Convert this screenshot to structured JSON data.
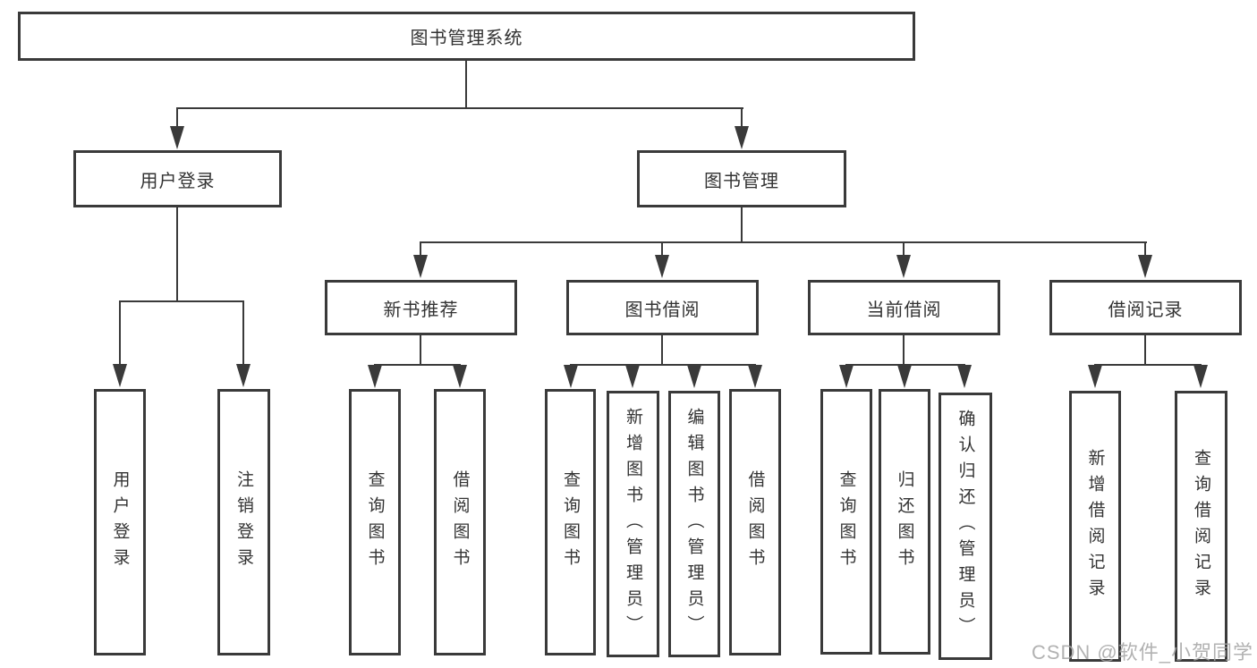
{
  "colors": {
    "line": "#3a3a3a",
    "text": "#333333",
    "background": "#ffffff",
    "watermark": "#a4a4a4"
  },
  "watermark": "CSDN @软件_小贺同学",
  "tree": {
    "label": "图书管理系统",
    "children": [
      {
        "label": "用户登录",
        "children": [
          {
            "label": "用户登录"
          },
          {
            "label": "注销登录"
          }
        ]
      },
      {
        "label": "图书管理",
        "children": [
          {
            "label": "新书推荐",
            "children": [
              {
                "label": "查询图书"
              },
              {
                "label": "借阅图书"
              }
            ]
          },
          {
            "label": "图书借阅",
            "children": [
              {
                "label": "查询图书"
              },
              {
                "label": "新增图书（管理员）"
              },
              {
                "label": "编辑图书（管理员）"
              },
              {
                "label": "借阅图书"
              }
            ]
          },
          {
            "label": "当前借阅",
            "children": [
              {
                "label": "查询图书"
              },
              {
                "label": "归还图书"
              },
              {
                "label": "确认归还（管理员）"
              }
            ]
          },
          {
            "label": "借阅记录",
            "children": [
              {
                "label": "新增借阅记录"
              },
              {
                "label": "查询借阅记录"
              }
            ]
          }
        ]
      }
    ]
  }
}
